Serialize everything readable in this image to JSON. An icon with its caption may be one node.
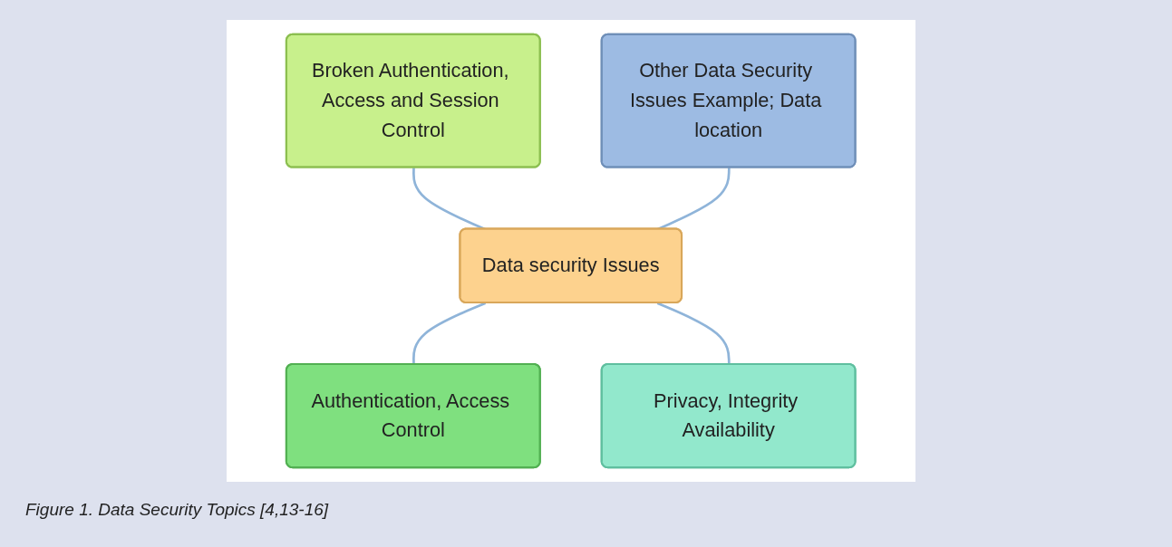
{
  "diagram": {
    "caption": "Figure 1. Data Security Topics [4,13-16]",
    "nodes": [
      {
        "text": [
          "Broken Authentication, Access and Session Control"
        ]
      },
      {
        "text": [
          "Other Data Security Issues Example; Data location"
        ]
      },
      {
        "text": [
          "Data security Issues"
        ]
      },
      {
        "text": [
          "Authentication, Access Control"
        ]
      },
      {
        "text": [
          "Privacy, Integrity Availability"
        ]
      }
    ],
    "edges": [
      {
        "from": 0,
        "to": 2,
        "arrow": "none"
      },
      {
        "from": 1,
        "to": 2,
        "arrow": "none"
      },
      {
        "from": 2,
        "to": 3,
        "arrow": "none"
      },
      {
        "from": 2,
        "to": 4,
        "arrow": "none"
      }
    ]
  }
}
